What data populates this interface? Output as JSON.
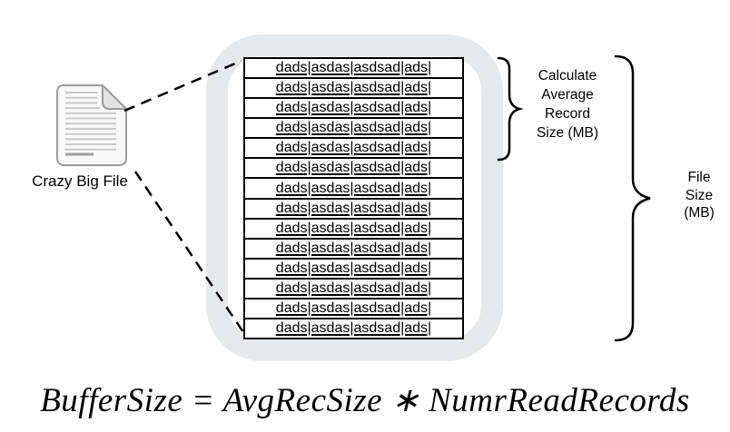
{
  "source_file": {
    "label": "Crazy Big File",
    "icon": "document-icon"
  },
  "buffer": {
    "rows": [
      "dads|asdas|asdsad|ads|",
      "dads|asdas|asdsad|ads|",
      "dads|asdas|asdsad|ads|",
      "dads|asdas|asdsad|ads|",
      "dads|asdas|asdsad|ads|",
      "dads|asdas|asdsad|ads|",
      "dads|asdas|asdsad|ads|",
      "dads|asdas|asdsad|ads|",
      "dads|asdas|asdsad|ads|",
      "dads|asdas|asdsad|ads|",
      "dads|asdas|asdsad|ads|",
      "dads|asdas|asdsad|ads|",
      "dads|asdas|asdsad|ads|",
      "dads|asdas|asdsad|ads|"
    ]
  },
  "annotations": {
    "avg_record": "Calculate\nAverage\nRecord\nSize (MB)",
    "file_size": "File\nSize\n(MB)"
  },
  "formula": "BufferSize = AvgRecSize ∗ NumrReadRecords",
  "colors": {
    "container_ring": "#e6e9eb",
    "stroke": "#000000",
    "icon_paper": "#f8f8f8",
    "icon_fold": "#e2e2e2",
    "icon_text_line": "#c9c9c9"
  }
}
